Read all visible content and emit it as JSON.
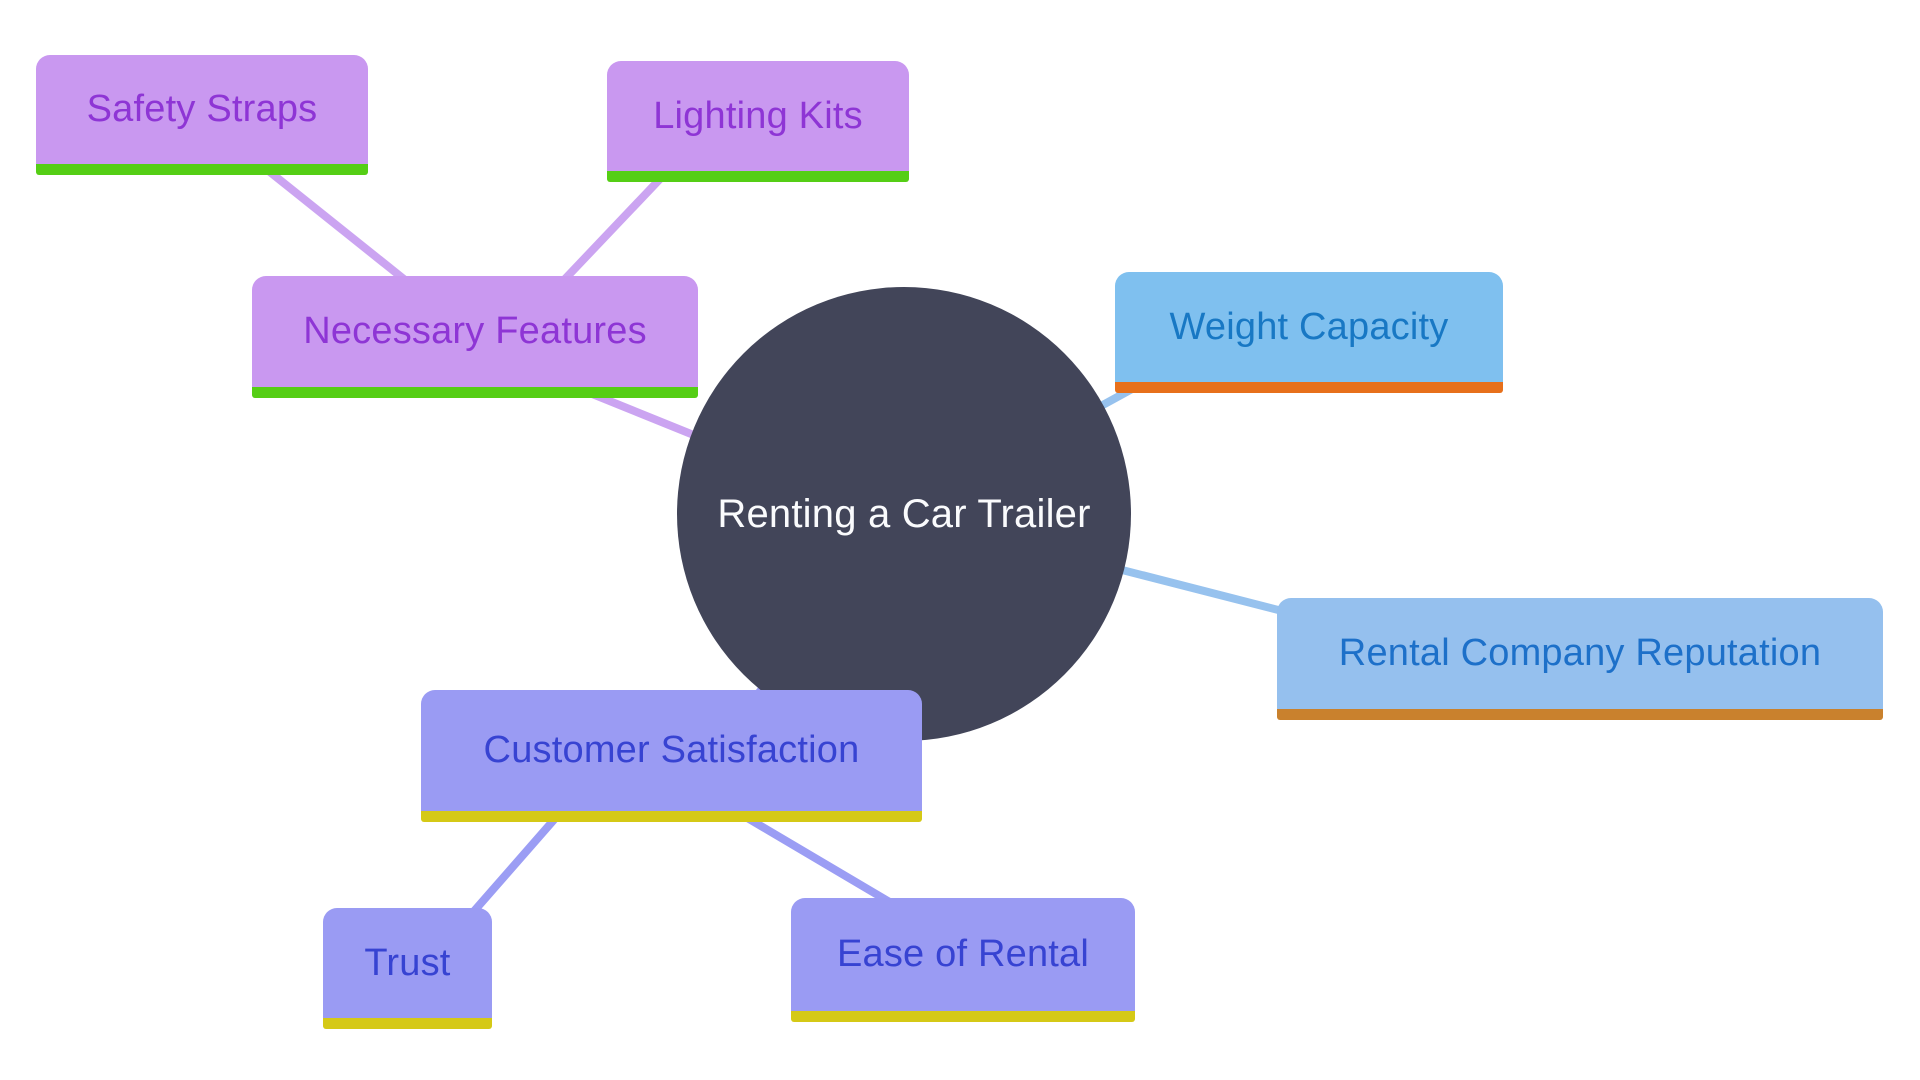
{
  "diagram": {
    "type": "mindmap",
    "center": {
      "id": "renting-a-car-trailer",
      "label": "Renting a Car Trailer",
      "bg_color": "#424559",
      "text_color": "#fafbfd"
    },
    "branches": [
      {
        "id": "necessary-features",
        "label": "Necessary Features",
        "palette": {
          "bg": "#c998f0",
          "text": "#8e35d5",
          "underline": "#55ce15",
          "connector": "#cba4f1"
        },
        "children": [
          {
            "id": "safety-straps",
            "label": "Safety Straps"
          },
          {
            "id": "lighting-kits",
            "label": "Lighting Kits"
          }
        ]
      },
      {
        "id": "weight-capacity",
        "label": "Weight Capacity",
        "palette": {
          "bg": "#7fc0ef",
          "text": "#1878c4",
          "underline": "#e7701b",
          "connector": "#97c2ee"
        },
        "children": []
      },
      {
        "id": "rental-company-reputation",
        "label": "Rental Company Reputation",
        "palette": {
          "bg": "#95c0ee",
          "text": "#1d70c9",
          "underline": "#c9812d",
          "connector": "#97c2ee"
        },
        "children": []
      },
      {
        "id": "customer-satisfaction",
        "label": "Customer Satisfaction",
        "palette": {
          "bg": "#9a9bf3",
          "text": "#3743d2",
          "underline": "#d5c916",
          "connector": "#9b9df4"
        },
        "children": [
          {
            "id": "trust",
            "label": "Trust"
          },
          {
            "id": "ease-of-rental",
            "label": "Ease of Rental"
          }
        ]
      }
    ],
    "connections": [
      {
        "from": "necessary-features",
        "to": "safety-straps"
      },
      {
        "from": "necessary-features",
        "to": "lighting-kits"
      },
      {
        "from": "renting-a-car-trailer",
        "to": "necessary-features"
      },
      {
        "from": "renting-a-car-trailer",
        "to": "weight-capacity"
      },
      {
        "from": "renting-a-car-trailer",
        "to": "rental-company-reputation"
      },
      {
        "from": "renting-a-car-trailer",
        "to": "customer-satisfaction"
      },
      {
        "from": "customer-satisfaction",
        "to": "trust"
      },
      {
        "from": "customer-satisfaction",
        "to": "ease-of-rental"
      }
    ]
  }
}
